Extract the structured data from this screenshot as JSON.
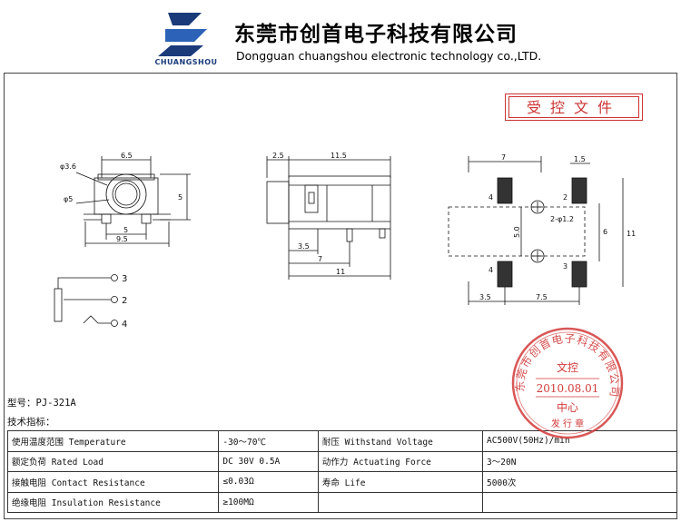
{
  "header": {
    "logo_text": "CHUANGSHOU",
    "company_cn": "东莞市创首电子科技有限公司",
    "company_en": "Dongguan chuangshou electronic technology co.,LTD."
  },
  "controlled_label": "受控文件",
  "dims": {
    "front_width_top": "6.5",
    "front_d1": "φ3.6",
    "front_d2": "φ5",
    "front_height": "5",
    "front_pitch": "5",
    "front_width": "9.5",
    "side_a": "2.5",
    "side_b": "11.5",
    "side_c": "3.5",
    "side_d": "7",
    "side_e": "11",
    "pcb_top": "7",
    "pcb_pad": "1.5",
    "pcb_hole": "2-φ1.2",
    "pcb_v1": "5.0",
    "pcb_v2": "6",
    "pcb_v3": "11",
    "pcb_bl": "3.5",
    "pcb_br": "7.5",
    "pad1": "4",
    "pad2": "2",
    "pad3": "4",
    "pad4": "3",
    "sch1": "3",
    "sch2": "2",
    "sch3": "4"
  },
  "model": "型号：PJ-321A",
  "spec_title": "技术指标：",
  "spec_rows": [
    [
      "使用温度范围 Temperature",
      "-30～70℃",
      "耐压 Withstand Voltage",
      "AC500V(50Hz)/min"
    ],
    [
      "额定负荷 Rated Load",
      "DC 30V 0.5A",
      "动作力 Actuating Force",
      "3～20N"
    ],
    [
      "接触电阻 Contact Resistance",
      "≤0.03Ω",
      "寿命 Life",
      "5000次"
    ],
    [
      "绝缘电阻 Insulation Resistance",
      "≥100MΩ",
      "",
      ""
    ]
  ],
  "seal": {
    "arc_text": "东莞市创首电子科技有限公司",
    "middle": "文控",
    "date": "2010.08.01",
    "bottom": "中心",
    "release": "发 行 章"
  },
  "colors": {
    "brand_blue": "#1a3a7a",
    "stamp_red": "#d23a3a"
  }
}
